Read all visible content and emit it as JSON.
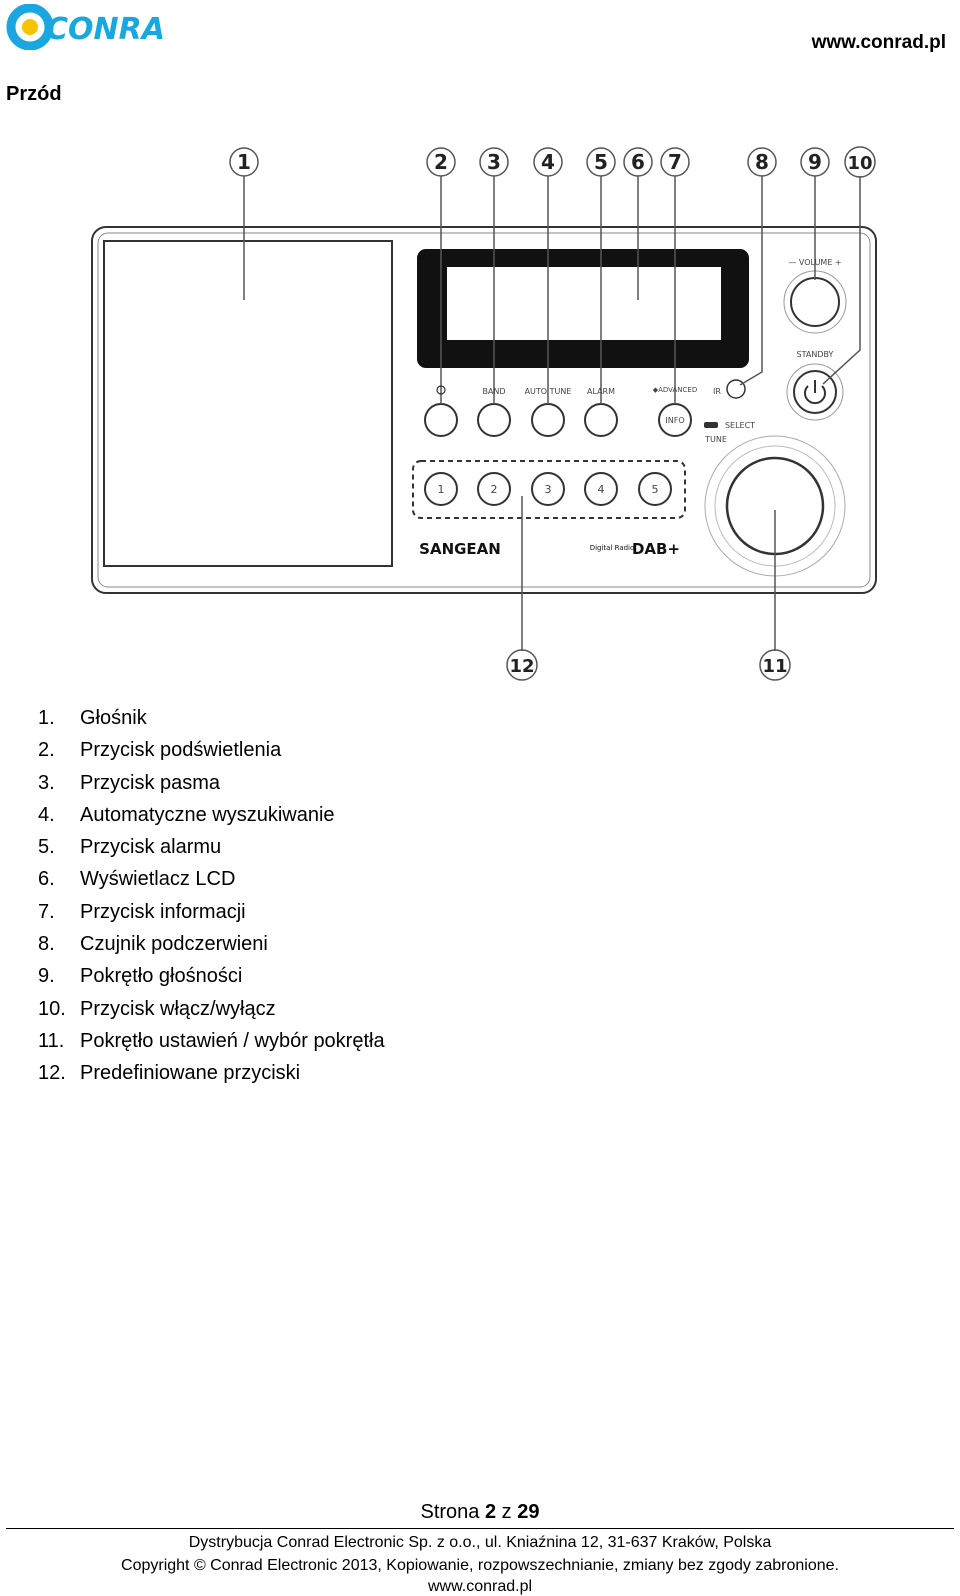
{
  "header": {
    "logo_text": "CONRAD",
    "url": "www.conrad.pl"
  },
  "section_title": "Przód",
  "diagram": {
    "callouts": [
      "1",
      "2",
      "3",
      "4",
      "5",
      "6",
      "7",
      "8",
      "9",
      "10",
      "11",
      "12"
    ],
    "labels": {
      "volume": "— VOLUME +",
      "standby": "STANDBY",
      "band": "BAND",
      "autotune": "AUTO TUNE",
      "alarm": "ALARM",
      "advanced": "◆ADVANCED",
      "ir": "IR",
      "info": "INFO",
      "select": "SELECT",
      "tune": "TUNE",
      "brand": "SANGEAN",
      "digital_radio": "Digital Radio",
      "dab": "DAB+",
      "presets": [
        "1",
        "2",
        "3",
        "4",
        "5"
      ]
    }
  },
  "legend": [
    {
      "num": "1.",
      "text": "Głośnik"
    },
    {
      "num": "2.",
      "text": "Przycisk podświetlenia"
    },
    {
      "num": "3.",
      "text": "Przycisk pasma"
    },
    {
      "num": "4.",
      "text": "Automatyczne wyszukiwanie"
    },
    {
      "num": "5.",
      "text": "Przycisk alarmu"
    },
    {
      "num": "6.",
      "text": "Wyświetlacz LCD"
    },
    {
      "num": "7.",
      "text": "Przycisk informacji"
    },
    {
      "num": "8.",
      "text": "Czujnik podczerwieni"
    },
    {
      "num": "9.",
      "text": "Pokrętło głośności"
    },
    {
      "num": "10.",
      "text": "Przycisk włącz/wyłącz"
    },
    {
      "num": "11.",
      "text": "Pokrętło ustawień / wybór pokrętła"
    },
    {
      "num": "12.",
      "text": "Predefiniowane przyciski"
    }
  ],
  "footer": {
    "page_prefix": "Strona ",
    "page_current": "2",
    "page_sep": " z ",
    "page_total": "29",
    "line1": "Dystrybucja Conrad Electronic Sp. z o.o., ul. Kniaźnina 12, 31-637 Kraków, Polska",
    "line2": "Copyright © Conrad Electronic 2013, Kopiowanie, rozpowszechnianie, zmiany bez zgody zabronione.",
    "line3": "www.conrad.pl"
  }
}
